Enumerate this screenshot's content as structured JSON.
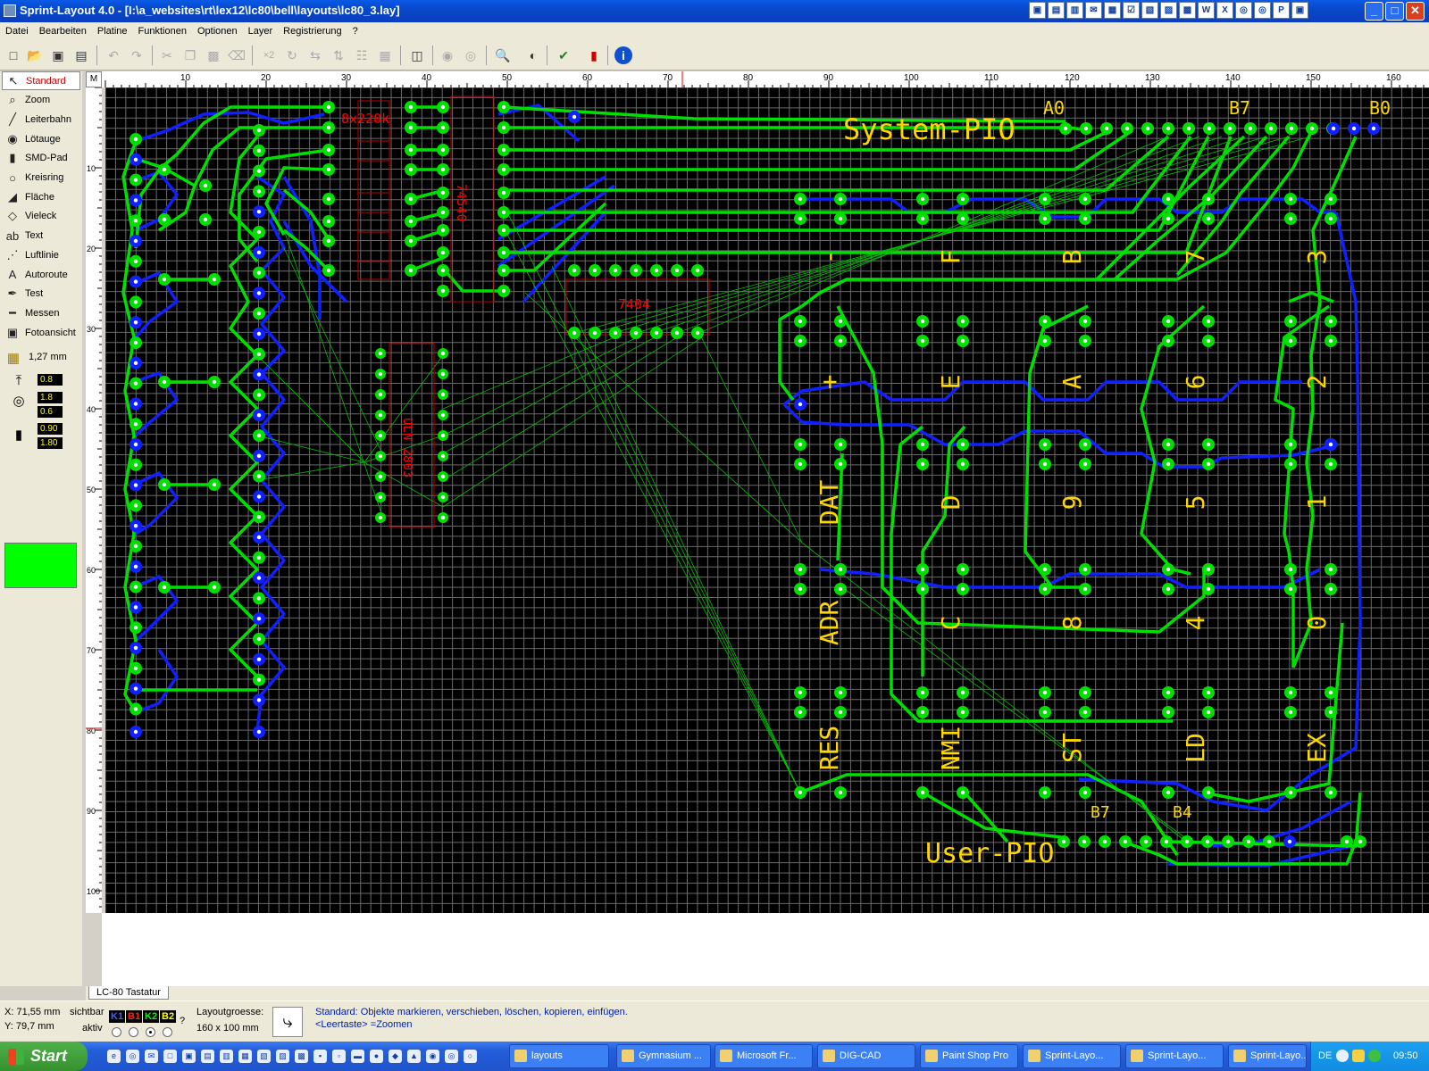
{
  "titlebar": {
    "title": "Sprint-Layout 4.0 - [I:\\a_websites\\rt\\lex12\\lc80\\bell\\layouts\\lc80_3.lay]"
  },
  "tray_icons": [
    "▣",
    "▤",
    "▥",
    "✉",
    "▦",
    "☑",
    "▧",
    "▨",
    "▩",
    "W",
    "X",
    "◎",
    "◎",
    "P",
    "▣"
  ],
  "window_buttons": {
    "minimize": "_",
    "maximize": "□",
    "close": "✕"
  },
  "menu": [
    "Datei",
    "Bearbeiten",
    "Platine",
    "Funktionen",
    "Optionen",
    "Layer",
    "Registrierung",
    "?"
  ],
  "palette": {
    "tools": [
      {
        "label": "Standard",
        "icon": "cursor-icon"
      },
      {
        "label": "Zoom",
        "icon": "magnifier-icon"
      },
      {
        "label": "Leiterbahn",
        "icon": "track-icon"
      },
      {
        "label": "Lötauge",
        "icon": "pad-icon"
      },
      {
        "label": "SMD-Pad",
        "icon": "smd-pad-icon"
      },
      {
        "label": "Kreisring",
        "icon": "ring-icon"
      },
      {
        "label": "Fläche",
        "icon": "polygon-icon"
      },
      {
        "label": "Vieleck",
        "icon": "diamond-icon"
      },
      {
        "label": "Text",
        "icon": "text-icon"
      },
      {
        "label": "Luftlinie",
        "icon": "ratsnest-icon"
      },
      {
        "label": "Autoroute",
        "icon": "autoroute-icon"
      },
      {
        "label": "Test",
        "icon": "probe-icon"
      },
      {
        "label": "Messen",
        "icon": "ruler-icon"
      },
      {
        "label": "Fotoansicht",
        "icon": "camera-icon"
      }
    ],
    "grid": "1,27 mm",
    "track_width": "0.8",
    "pad_outer": "1.8",
    "pad_inner": "0.6",
    "smd_w": "0.90",
    "smd_h": "1.80",
    "active_color": "#00ff00"
  },
  "ruler": {
    "corner": "M",
    "top_ticks": [
      "10",
      "20",
      "30",
      "40",
      "50",
      "60",
      "70",
      "80",
      "90",
      "100",
      "110",
      "120",
      "130",
      "140",
      "150",
      "160"
    ],
    "left_ticks": [
      "10",
      "20",
      "30",
      "40",
      "50",
      "60",
      "70",
      "80",
      "90",
      "100"
    ]
  },
  "board": {
    "labels": {
      "system_pio": "System-PIO",
      "user_pio": "User-PIO",
      "a0": "A0",
      "b7_top": "B7",
      "b0": "B0",
      "b7_bottom": "B7",
      "b4": "B4",
      "ic_resistors": "8x220k",
      "ic_74540": "74540",
      "ic_7404": "7404",
      "ic_uln": "ULN 2803"
    },
    "keys": [
      [
        "-",
        "F",
        "B",
        "7",
        "3"
      ],
      [
        "+",
        "E",
        "A",
        "6",
        "2"
      ],
      [
        "DAT",
        "D",
        "9",
        "5",
        "1"
      ],
      [
        "ADR",
        "C",
        "8",
        "4",
        "0"
      ],
      [
        "RES",
        "NMI",
        "ST",
        "LD",
        "EX"
      ]
    ],
    "colors": {
      "background": "#000000",
      "grid": "#6a6a6a",
      "top_copper": "#00ff00",
      "bottom_copper": "#0000ff",
      "silkscreen": "#ff0000",
      "text": "#ffd700"
    }
  },
  "sheet_tab": "LC-80 Tastatur",
  "status": {
    "x": "X: 71,55 mm",
    "y": "Y: 79,7 mm",
    "sichtbar": "sichtbar",
    "aktiv": "aktiv",
    "layers": [
      "K1",
      "B1",
      "K2",
      "B2"
    ],
    "layer_colors": [
      "#0000ff",
      "#ff0000",
      "#00ff00",
      "#ffff00"
    ],
    "layout_size_label": "Layoutgroesse:",
    "layout_size": "160 x 100 mm",
    "hint_line1": "Standard: Objekte markieren, verschieben, löschen, kopieren, einfügen.",
    "hint_line2": "<Leertaste> =Zoomen"
  },
  "taskbar": {
    "start": "Start",
    "tasks": [
      "layouts",
      "Gymnasium ...",
      "Microsoft Fr...",
      "DIG-CAD",
      "Paint Shop Pro",
      "Sprint-Layo...",
      "Sprint-Layo...",
      "Sprint-Layo..."
    ],
    "lang": "DE",
    "clock": "09:50"
  }
}
